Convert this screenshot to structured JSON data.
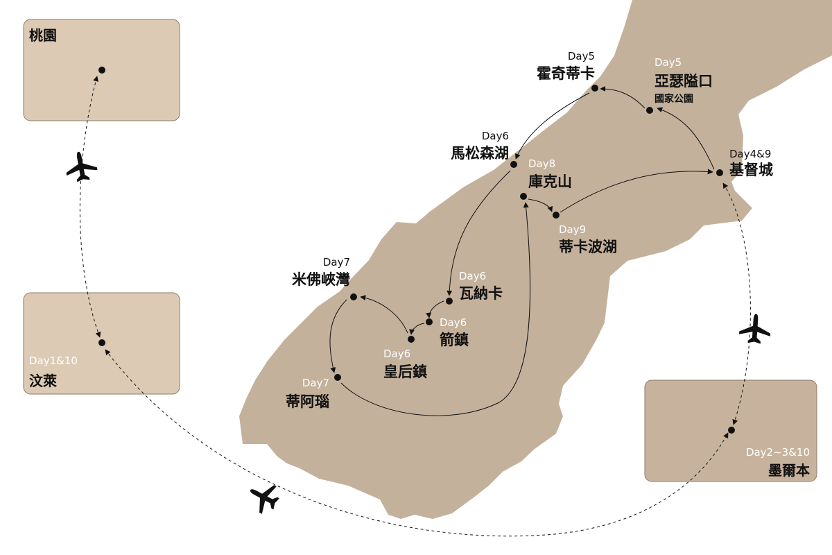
{
  "colors": {
    "land": "#c4b19b",
    "box_light": "#dccab5",
    "box_dark": "#c7b39d",
    "box_border": "#8a7b6b",
    "ink": "#111111",
    "label_light": "#ffffff"
  },
  "origin_boxes": [
    {
      "id": "taoyuan",
      "name": "桃園",
      "day": ""
    },
    {
      "id": "brunei",
      "name": "汶萊",
      "day": "Day1&10"
    },
    {
      "id": "melbourne",
      "name": "墨爾本",
      "day": "Day2~3&10"
    }
  ],
  "stops": [
    {
      "id": "hokitika",
      "name": "霍奇蒂卡",
      "day": "Day5"
    },
    {
      "id": "arthurs-pass",
      "name": "亞瑟隘口",
      "sub": "國家公園",
      "day": "Day5"
    },
    {
      "id": "christchurch",
      "name": "基督城",
      "day": "Day4&9"
    },
    {
      "id": "matheson",
      "name": "馬松森湖",
      "day": "Day6"
    },
    {
      "id": "mount-cook",
      "name": "庫克山",
      "day": "Day8"
    },
    {
      "id": "tekapo",
      "name": "蒂卡波湖",
      "day": "Day9"
    },
    {
      "id": "milford",
      "name": "米佛峽灣",
      "day": "Day7"
    },
    {
      "id": "wanaka",
      "name": "瓦納卡",
      "day": "Day6"
    },
    {
      "id": "arrowtown",
      "name": "箭鎮",
      "day": "Day6"
    },
    {
      "id": "queenstown",
      "name": "皇后鎮",
      "day": "Day6"
    },
    {
      "id": "te-anau",
      "name": "蒂阿瑙",
      "day": "Day7"
    }
  ],
  "icons": [
    "airplane-icon",
    "airplane-icon",
    "airplane-icon"
  ]
}
